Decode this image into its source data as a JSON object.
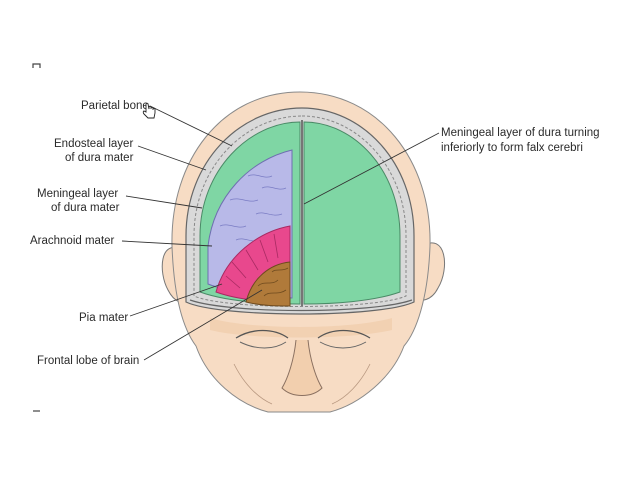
{
  "labels": {
    "parietal_bone": "Parietal bone",
    "endosteal_line1": "Endosteal layer",
    "endosteal_line2": "of dura mater",
    "meningeal_line1": "Meningeal layer",
    "meningeal_line2": "of dura mater",
    "arachnoid": "Arachnoid mater",
    "pia": "Pia mater",
    "frontal_lobe": "Frontal lobe of brain",
    "falx_line1": "Meningeal layer of dura turning",
    "falx_line2": "inferiorly to form falx cerebri"
  },
  "colors": {
    "skin": "#f7dcc4",
    "skin_shadow": "#e8bf9c",
    "bone": "#d9d9d9",
    "dura_green": "#7fd6a4",
    "arachnoid_purple": "#b8b9e8",
    "pia_pink": "#e8488d",
    "brain_brown": "#b07a3a"
  }
}
